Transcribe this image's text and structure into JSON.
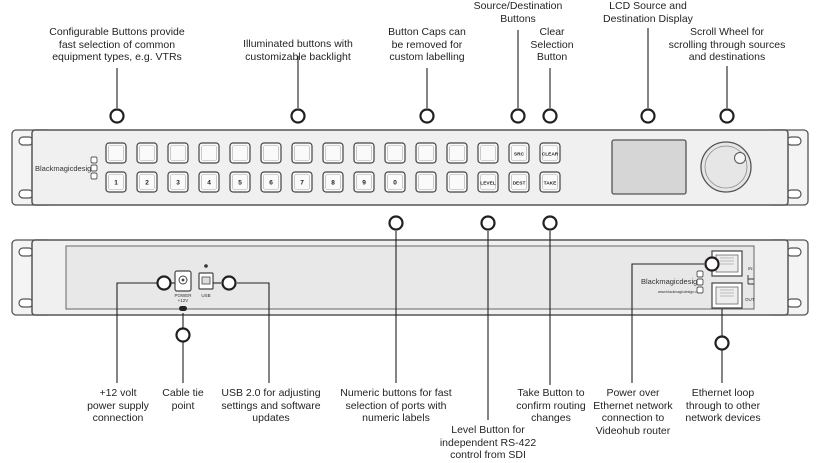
{
  "callouts": {
    "configurable_buttons": [
      "Configurable Buttons provide",
      "fast selection of common",
      "equipment types, e.g. VTRs"
    ],
    "illuminated_buttons": [
      "Illuminated buttons with",
      "customizable backlight"
    ],
    "button_caps": [
      "Button Caps can",
      "be removed for",
      "custom labelling"
    ],
    "source_destination": [
      "Source/Destination",
      "Buttons"
    ],
    "clear_selection": [
      "Clear",
      "Selection",
      "Button"
    ],
    "lcd_display": [
      "LCD Source and",
      "Destination Display"
    ],
    "scroll_wheel": [
      "Scroll Wheel for",
      "scrolling through sources",
      "and destinations"
    ],
    "power_supply": [
      "+12 volt",
      "power supply",
      "connection"
    ],
    "cable_tie": [
      "Cable tie",
      "point"
    ],
    "usb": [
      "USB 2.0 for adjusting",
      "settings and software",
      "updates"
    ],
    "numeric_buttons": [
      "Numeric buttons for fast",
      "selection of ports with",
      "numeric labels"
    ],
    "level_button": [
      "Level Button for",
      "independent RS-422",
      "control from SDI"
    ],
    "take_button": [
      "Take Button to",
      "confirm routing",
      "changes"
    ],
    "poe": [
      "Power over",
      "Ethernet network",
      "connection to",
      "Videohub router"
    ],
    "ethernet_loop": [
      "Ethernet loop",
      "through to other",
      "network devices"
    ]
  },
  "front_panel": {
    "brand": "Blackmagicdesign",
    "numeric_labels": [
      "1",
      "2",
      "3",
      "4",
      "5",
      "6",
      "7",
      "8",
      "9",
      "0"
    ],
    "level_label": "LEVEL",
    "src_label": "SRC",
    "dest_label": "DEST",
    "clear_label": "CLEAR",
    "take_label": "TAKE"
  },
  "rear_panel": {
    "brand": "Blackmagicdesign",
    "website": "www.blackmagicdesign.com",
    "power_label": [
      "POWER",
      "+12V"
    ],
    "usb_label": "USB",
    "in_label": "IN",
    "out_label": "OUT"
  }
}
